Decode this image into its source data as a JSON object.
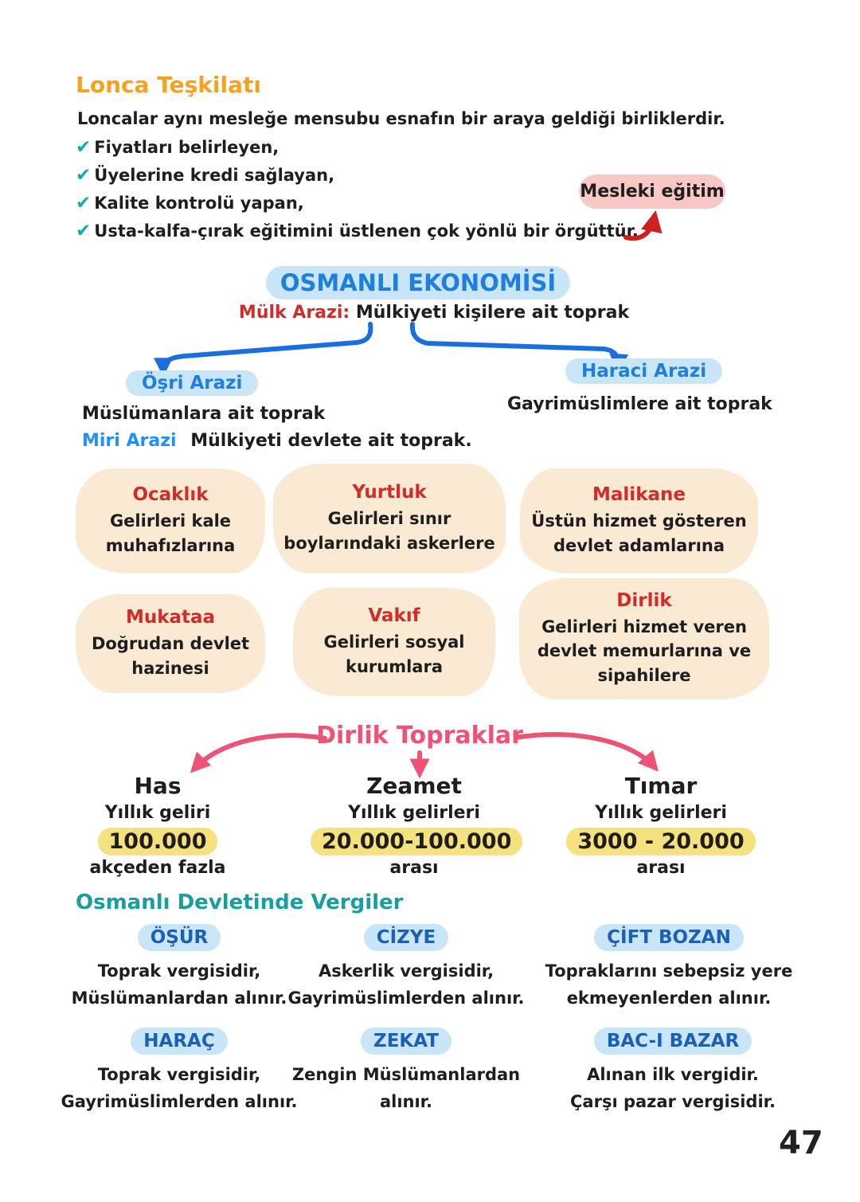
{
  "colors": {
    "heading_orange": "#f5a21c",
    "check_teal": "#14a9b4",
    "bubble_pink_bg": "#f8c8c4",
    "arrow_red": "#ce2020",
    "accent_blue": "#1e7fe0",
    "highlight_light_blue": "#c9e6f8",
    "label_red": "#d32b28",
    "box_peach_bg": "#fbead3",
    "dirlik_pink": "#ee5375",
    "highlight_yellow": "#f5e17e",
    "heading_teal": "#189e9e",
    "tax_blue": "#1a5fb8",
    "text_black": "#1e1e1e"
  },
  "lonca": {
    "title": "Lonca Teşkilatı",
    "intro": "Loncalar aynı mesleğe mensubu esnafın bir araya geldiği birliklerdir.",
    "check": "✔",
    "items": [
      "Fiyatları belirleyen,",
      "Üyelerine kredi sağlayan,",
      "Kalite kontrolü yapan,",
      "Usta-kalfa-çırak eğitimini üstlenen çok yönlü bir örgüttür."
    ],
    "bubble": "Mesleki eğitim"
  },
  "ekonomi": {
    "title": "OSMANLI EKONOMİSİ",
    "mulk_label": "Mülk Arazi:",
    "mulk_desc": "Mülkiyeti kişilere ait toprak",
    "osri_title": "Öşri Arazi",
    "osri_desc": "Müslümanlara ait toprak",
    "miri_label": "Miri Arazi",
    "miri_desc": "Mülkiyeti devlete ait toprak.",
    "haraci_title": "Haraci Arazi",
    "haraci_desc": "Gayrimüslimlere ait toprak"
  },
  "boxes": [
    {
      "title": "Ocaklık",
      "desc": "Gelirleri kale muhafızlarına"
    },
    {
      "title": "Yurtluk",
      "desc": "Gelirleri sınır boylarındaki askerlere"
    },
    {
      "title": "Malikane",
      "desc": "Üstün hizmet gösteren devlet adamlarına"
    },
    {
      "title": "Mukataa",
      "desc": "Doğrudan devlet hazinesi"
    },
    {
      "title": "Vakıf",
      "desc": "Gelirleri sosyal kurumlara"
    },
    {
      "title": "Dirlik",
      "desc": "Gelirleri hizmet veren devlet memurlarına ve sipahilere"
    }
  ],
  "dirlik": {
    "title": "Dirlik Topraklar",
    "columns": [
      {
        "name": "Has",
        "line1": "Yıllık geliri",
        "amount": "100.000",
        "line2": "akçeden fazla"
      },
      {
        "name": "Zeamet",
        "line1": "Yıllık gelirleri",
        "amount": "20.000-100.000",
        "line2": "arası"
      },
      {
        "name": "Tımar",
        "line1": "Yıllık gelirleri",
        "amount": "3000 - 20.000",
        "line2": "arası"
      }
    ]
  },
  "vergiler": {
    "title": "Osmanlı Devletinde Vergiler",
    "row1": [
      {
        "name": "ÖŞÜR",
        "desc": "Toprak vergisidir,\nMüslümanlardan alınır."
      },
      {
        "name": "CİZYE",
        "desc": "Askerlik vergisidir,\nGayrimüslimlerden alınır."
      },
      {
        "name": "ÇİFT BOZAN",
        "desc": "Topraklarını sebepsiz yere\nekmeyenlerden alınır."
      }
    ],
    "row2": [
      {
        "name": "HARAÇ",
        "desc": "Toprak vergisidir,\nGayrimüslimlerden alınır."
      },
      {
        "name": "ZEKAT",
        "desc": "Zengin Müslümanlardan\nalınır."
      },
      {
        "name": "BAC-I BAZAR",
        "desc": "Alınan ilk vergidir.\nÇarşı pazar vergisidir."
      }
    ]
  },
  "page": {
    "number": "47"
  }
}
